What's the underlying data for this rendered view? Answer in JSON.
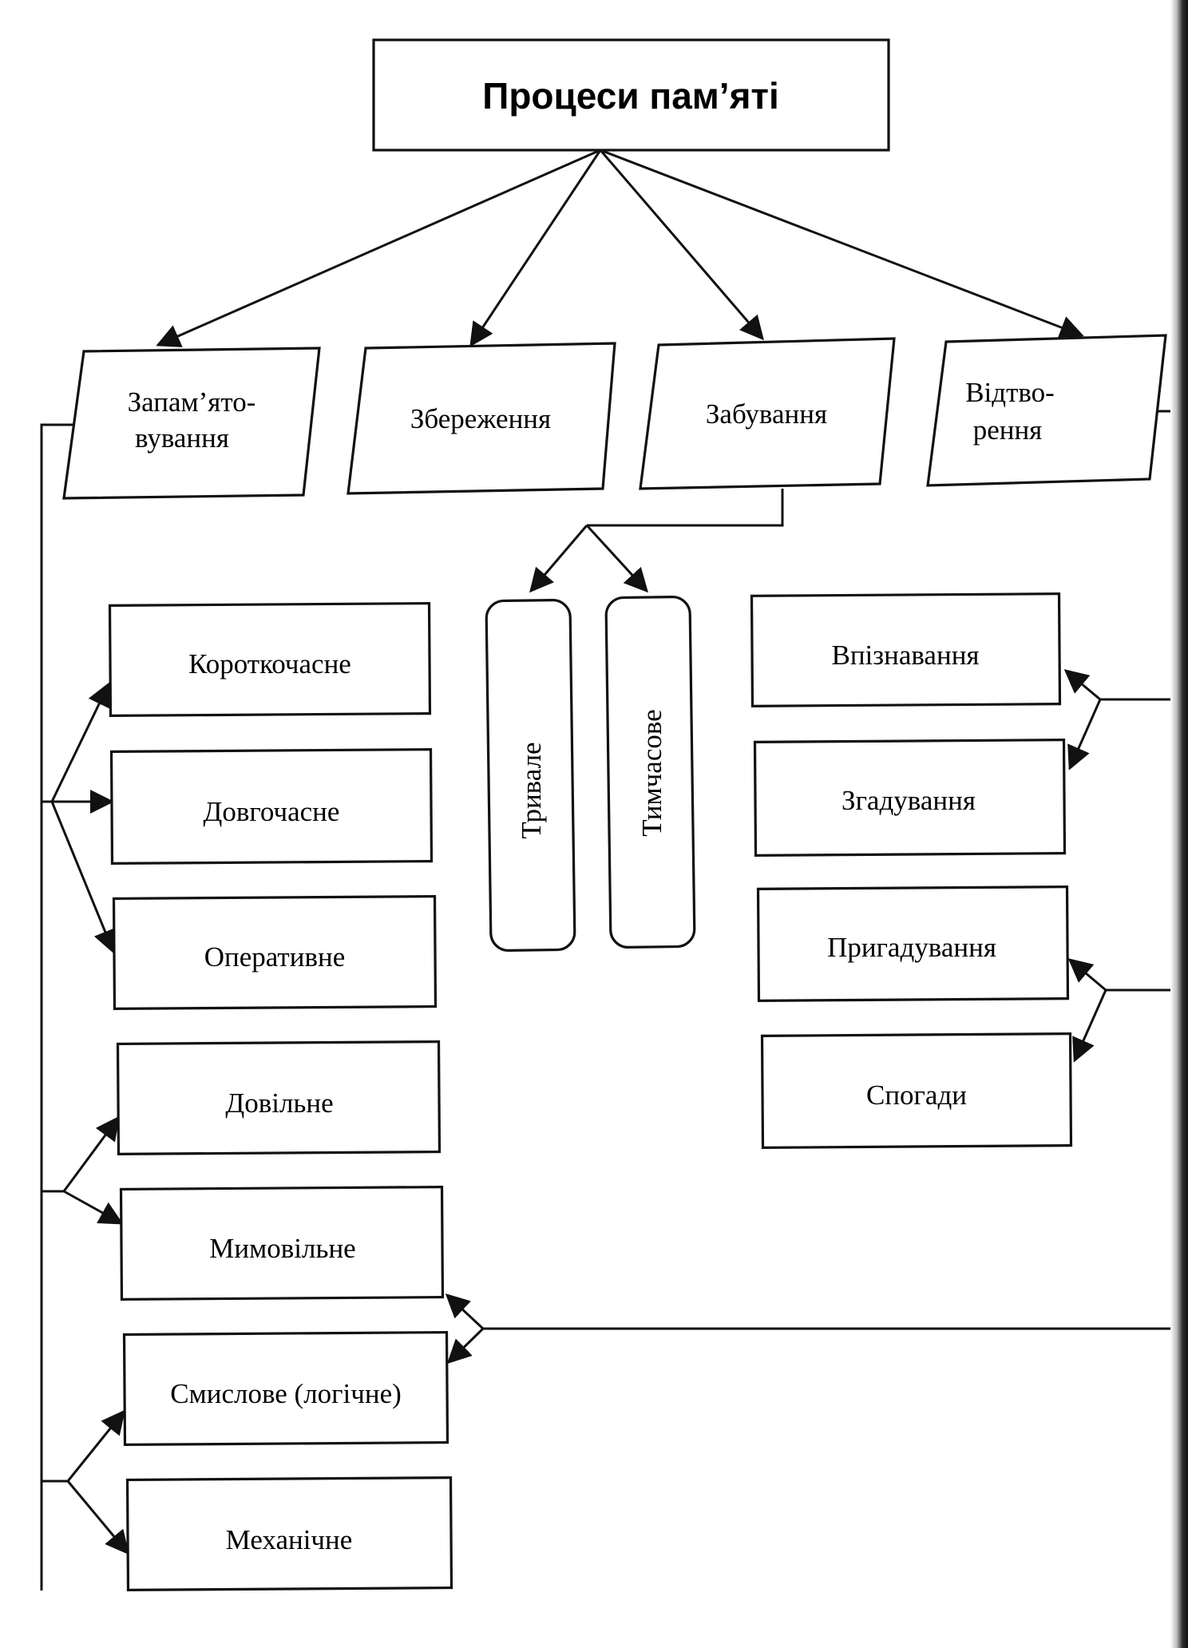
{
  "title": "Процеси пам’яті",
  "processes": {
    "memorization_line1": "Запам’ято-",
    "memorization_line2": "вування",
    "storage": "Збереження",
    "forgetting": "Забування",
    "reproduction_line1": "Відтво-",
    "reproduction_line2": "рення"
  },
  "forgetting_types": {
    "long_term": "Тривале",
    "temporary": "Тимчасове"
  },
  "memorization_types": [
    "Короткочасне",
    "Довгочасне",
    "Оперативне",
    "Довільне",
    "Мимовільне",
    "Смислове (логічне)",
    "Механічне"
  ],
  "reproduction_types": [
    "Впізнавання",
    "Згадування",
    "Пригадування",
    "Спогади"
  ]
}
